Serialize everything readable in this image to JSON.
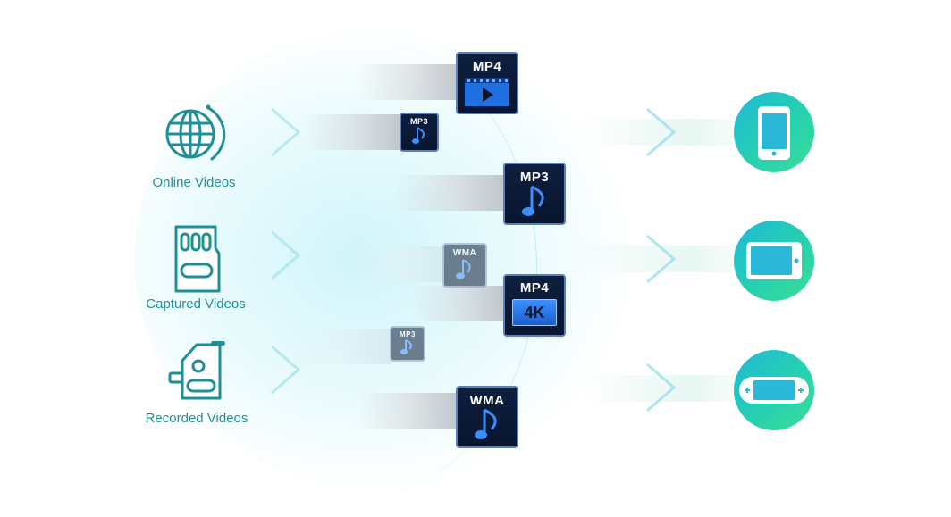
{
  "sources": [
    {
      "label": "Online Videos",
      "icon": "globe-icon"
    },
    {
      "label": "Captured Videos",
      "icon": "sd-card-icon"
    },
    {
      "label": "Recorded Videos",
      "icon": "camcorder-icon"
    }
  ],
  "formats": [
    {
      "label": "MP4",
      "badge": "video-player-icon"
    },
    {
      "label": "MP3",
      "badge": "music-note-icon"
    },
    {
      "label": "MP3",
      "badge": "music-note-icon"
    },
    {
      "label": "WMA",
      "badge": "music-note-icon"
    },
    {
      "label": "MP4",
      "badge": "4K"
    },
    {
      "label": "MP3",
      "badge": "music-note-icon"
    },
    {
      "label": "WMA",
      "badge": "music-note-icon"
    }
  ],
  "devices": [
    {
      "icon": "smartphone-icon"
    },
    {
      "icon": "tablet-icon"
    },
    {
      "icon": "game-console-icon"
    }
  ],
  "colors": {
    "accent": "#1e8f96",
    "tile_bg": "#0a1630",
    "tile_border": "#5c7fb5",
    "device_gradient_start": "#1fb8d6",
    "device_gradient_end": "#3ddc97"
  }
}
